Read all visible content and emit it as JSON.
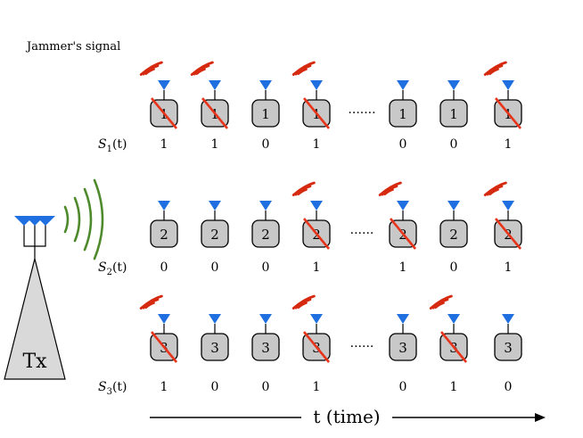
{
  "jammer_label": "Jammer's signal",
  "transmitter_label": "Tx",
  "time_axis_label": "t (time)",
  "rows": [
    {
      "label": "S",
      "subscript": "1",
      "suffix": "(t)",
      "node_number": "1",
      "dots": "·······",
      "slots": [
        {
          "value": "1",
          "jammed": true
        },
        {
          "value": "1",
          "jammed": true
        },
        {
          "value": "0",
          "jammed": false
        },
        {
          "value": "1",
          "jammed": true
        },
        {
          "value": "0",
          "jammed": false
        },
        {
          "value": "0",
          "jammed": false
        },
        {
          "value": "1",
          "jammed": true
        }
      ]
    },
    {
      "label": "S",
      "subscript": "2",
      "suffix": "(t)",
      "node_number": "2",
      "dots": "······",
      "slots": [
        {
          "value": "0",
          "jammed": false
        },
        {
          "value": "0",
          "jammed": false
        },
        {
          "value": "0",
          "jammed": false
        },
        {
          "value": "1",
          "jammed": true
        },
        {
          "value": "1",
          "jammed": true
        },
        {
          "value": "0",
          "jammed": false
        },
        {
          "value": "1",
          "jammed": true
        }
      ]
    },
    {
      "label": "S",
      "subscript": "3",
      "suffix": "(t)",
      "node_number": "3",
      "dots": "······",
      "slots": [
        {
          "value": "1",
          "jammed": true
        },
        {
          "value": "0",
          "jammed": false
        },
        {
          "value": "0",
          "jammed": false
        },
        {
          "value": "1",
          "jammed": true
        },
        {
          "value": "0",
          "jammed": false
        },
        {
          "value": "1",
          "jammed": true
        },
        {
          "value": "0",
          "jammed": false
        }
      ]
    }
  ],
  "colors": {
    "jam_wave": "#d62a10",
    "strike": "#e8341a",
    "antenna": "#1f6fe0",
    "node_fill": "#c8c8c8",
    "tx_wave": "#4e8a2c",
    "tx_fill": "#d9d9d9"
  }
}
